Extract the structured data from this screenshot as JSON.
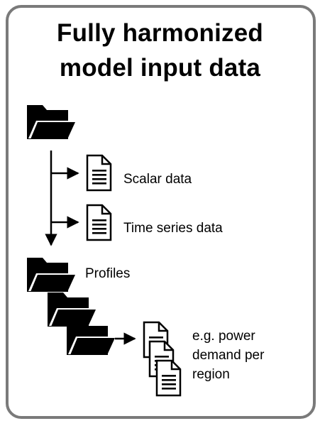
{
  "title": {
    "line1": "Fully harmonized",
    "line2": "model input data"
  },
  "files": {
    "scalar": "Scalar data",
    "timeseries": "Time series data"
  },
  "profiles": {
    "label": "Profiles",
    "example_line1": "e.g. power",
    "example_line2": "demand per",
    "example_line3": "region"
  },
  "icons": {
    "folder": "folder-icon",
    "document": "document-icon",
    "arrow": "arrow-icon"
  },
  "colors": {
    "border": "#7a7a7a",
    "ink": "#000000",
    "background": "#ffffff"
  }
}
